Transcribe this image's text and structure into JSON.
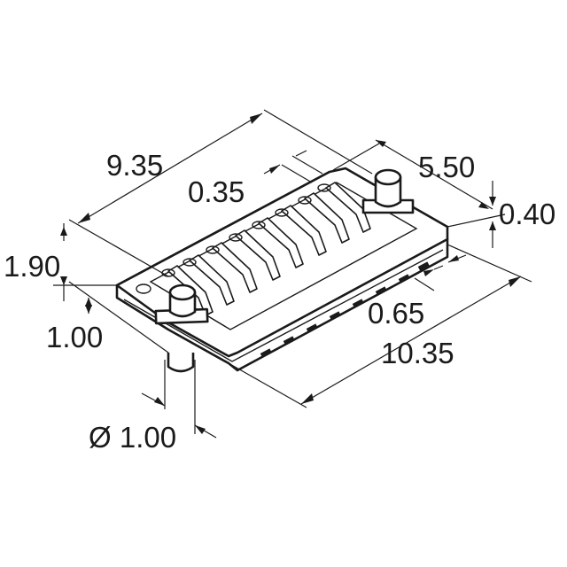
{
  "drawing": {
    "dimensions": [
      {
        "key": "overall_width",
        "label": "9.35"
      },
      {
        "key": "pitch",
        "label": "0.35"
      },
      {
        "key": "peg_spacing",
        "label": "5.50"
      },
      {
        "key": "peg_cap",
        "label": "0.40"
      },
      {
        "key": "height",
        "label": "1.90"
      },
      {
        "key": "peg_height",
        "label": "1.00"
      },
      {
        "key": "pad_pitch",
        "label": "0.65"
      },
      {
        "key": "overall_length",
        "label": "10.35"
      },
      {
        "key": "peg_diameter",
        "label": "Ø 1.00"
      }
    ]
  }
}
